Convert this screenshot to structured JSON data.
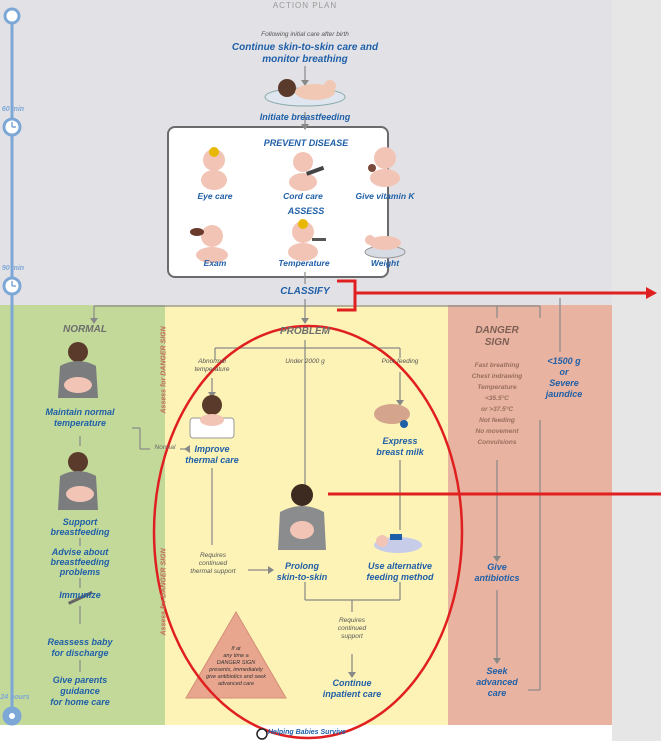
{
  "header": {
    "title": "ACTION PLAN",
    "following": "Following initial care after birth",
    "continue_line1": "Continue skin-to-skin care and",
    "continue_line2": "monitor breathing",
    "initiate": "Initiate breastfeeding"
  },
  "timeline": {
    "t60": "60 min",
    "t90": "90 min",
    "t24": "24 hours"
  },
  "prevent": {
    "title": "PREVENT DISEASE",
    "items": [
      "Eye care",
      "Cord care",
      "Give vitamin K"
    ],
    "assess_title": "ASSESS",
    "assess_items": [
      "Exam",
      "Temperature",
      "Weight"
    ]
  },
  "classify": "CLASSIFY",
  "normal": {
    "title": "NORMAL",
    "maintain": [
      "Maintain normal",
      "temperature"
    ],
    "support": [
      "Support",
      "breastfeeding"
    ],
    "advise": [
      "Advise about",
      "breastfeeding",
      "problems"
    ],
    "immunize": "Immunize",
    "reassess": [
      "Reassess baby",
      "for discharge"
    ],
    "give_guidance": [
      "Give parents",
      "guidance",
      "for home care"
    ],
    "side_label_top": "Assess for DANGER SIGN",
    "side_label_bottom": "Assess for DANGER SIGN"
  },
  "problem": {
    "title": "PROBLEM",
    "abnormal": [
      "Abnormal",
      "temperature"
    ],
    "under": "Under 2000 g",
    "poor": "Poor feeding",
    "improve": [
      "Improve",
      "thermal care"
    ],
    "normal_back": "Normal",
    "express": [
      "Express",
      "breast milk"
    ],
    "requires_thermal": [
      "Requires",
      "continued",
      "thermal support"
    ],
    "prolong": [
      "Prolong",
      "skin-to-skin"
    ],
    "alternative": [
      "Use alternative",
      "feeding method"
    ],
    "requires_support": [
      "Requires",
      "continued",
      "support"
    ],
    "warning": [
      "If at",
      "any time a",
      "DANGER SIGN",
      "presents, immediately",
      "give antibiotics and seek",
      "advanced care"
    ],
    "continue": [
      "Continue",
      "inpatient care"
    ]
  },
  "danger": {
    "title": [
      "DANGER",
      "SIGN"
    ],
    "signs": [
      "Fast breathing",
      "Chest indrawing",
      "Temperature",
      "<35.5°C",
      "or >37.5°C",
      "Not feeding",
      "No movement",
      "Convulsions"
    ],
    "lt1500": [
      "<1500 g",
      "or",
      "Severe",
      "jaundice"
    ],
    "antibiotics": [
      "Give",
      "antibiotics"
    ],
    "seek": [
      "Seek",
      "advanced",
      "care"
    ]
  },
  "footer": {
    "brand": "Helping Babies Survive"
  },
  "colors": {
    "grey": "#e2e2e6",
    "green": "#c3d99a",
    "yellow": "#fdf3b6",
    "salmon": "#e8b3a0",
    "blue_text": "#1f5fa8",
    "annotation_red": "#e02020",
    "side_panel": "#e6e6e6"
  }
}
